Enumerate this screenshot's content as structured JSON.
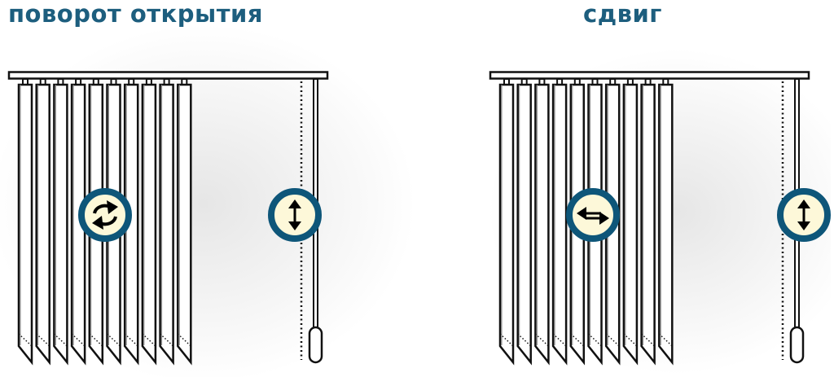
{
  "panels": [
    {
      "title": "поворот открытия",
      "action_icon": "rotate-icon",
      "cord_icon": "vertical-arrows-icon"
    },
    {
      "title": "сдвиг",
      "action_icon": "horizontal-arrows-icon",
      "cord_icon": "vertical-arrows-icon"
    }
  ],
  "slat_count": 10,
  "colors": {
    "title": "#1d5e7e",
    "badge_ring": "#0e5679",
    "badge_fill": "#fdf8d9",
    "line": "#111111"
  }
}
